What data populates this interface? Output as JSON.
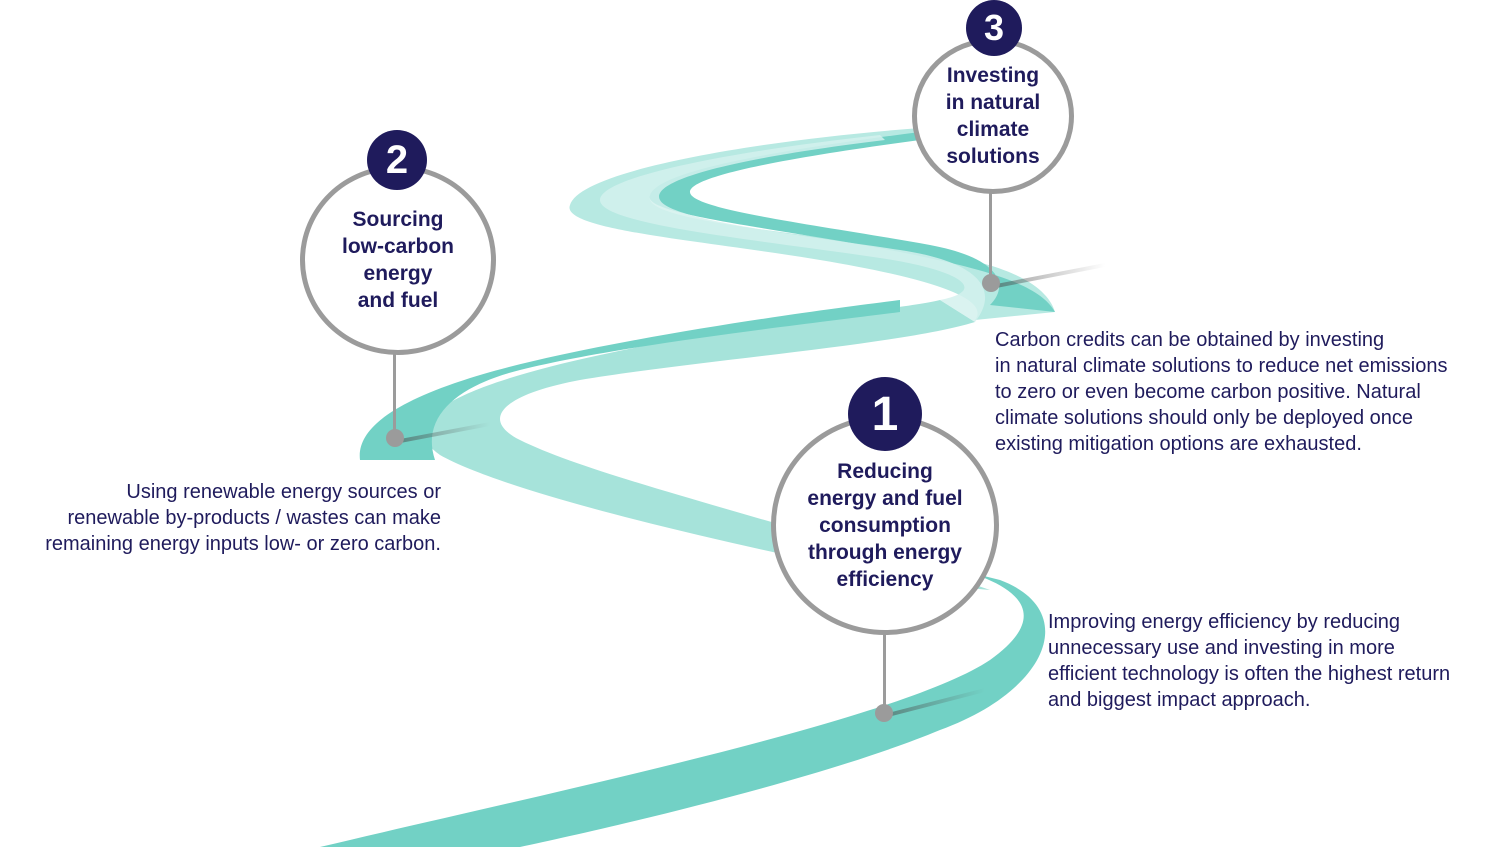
{
  "steps": [
    {
      "number": "1",
      "title": "Reducing\nenergy and fuel\nconsumption\nthrough energy\nefficiency",
      "description": "Improving energy efficiency by reducing\nunnecessary use and investing in more\nefficient technology is often the highest return\nand biggest impact approach."
    },
    {
      "number": "2",
      "title": "Sourcing\nlow-carbon\nenergy\nand fuel",
      "description": "Using renewable energy sources or\nrenewable by-products / wastes can make\nremaining energy inputs low- or zero carbon."
    },
    {
      "number": "3",
      "title": "Investing\nin natural\nclimate\nsolutions",
      "description": "Carbon credits can be obtained by investing\nin natural climate solutions to reduce net emissions\nto zero or even become carbon positive. Natural\nclimate solutions should only be deployed once\nexisting mitigation options are exhausted."
    }
  ],
  "colors": {
    "navy": "#1f1b5c",
    "gray": "#9b9b9b",
    "road_dark": "#6fd0c3",
    "road_mid": "#a8e4dc",
    "road_light": "#d8f3ef"
  }
}
